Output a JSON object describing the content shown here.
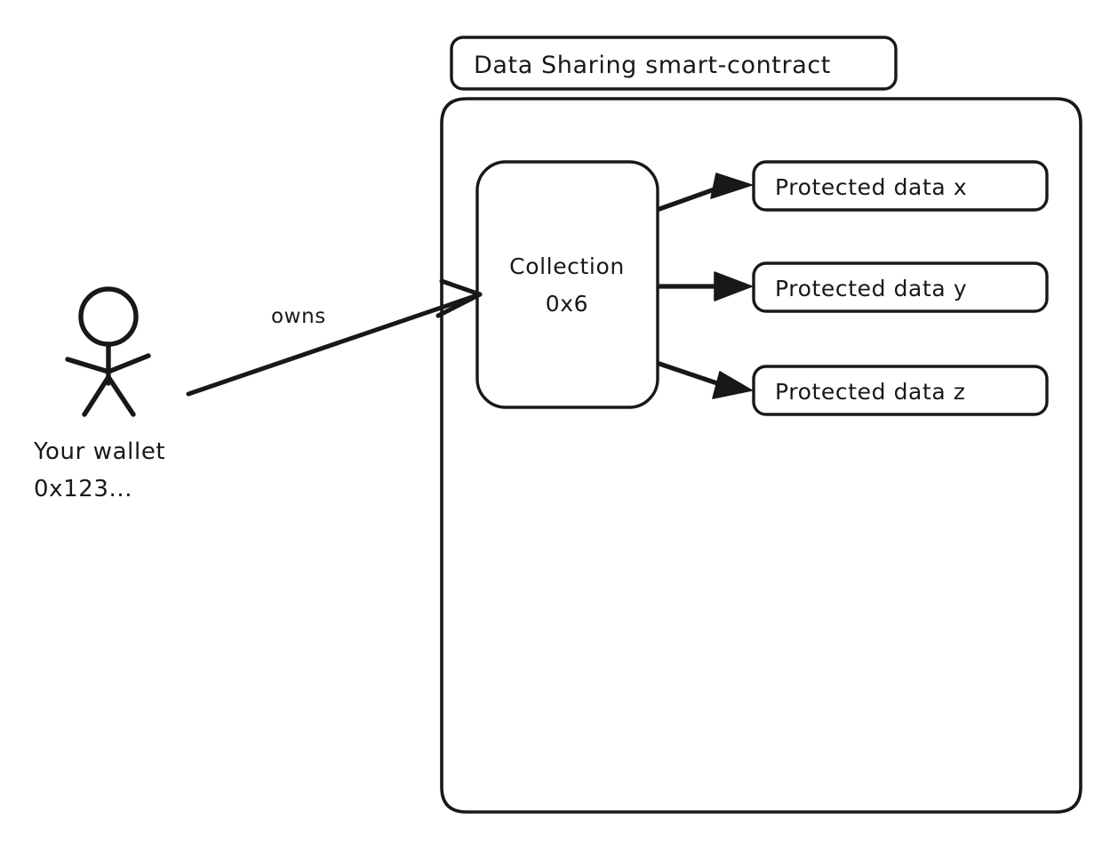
{
  "diagram": {
    "title_box": {
      "label": "Data Sharing smart-contract"
    },
    "actor": {
      "icon": "stick-figure-person-icon",
      "label_line1": "Your wallet",
      "label_line2": "0x123..."
    },
    "relationship": {
      "label": "owns",
      "from": "Your wallet 0x123...",
      "to": "Collection 0x6"
    },
    "collection_node": {
      "label_line1": "Collection",
      "label_line2": "0x6"
    },
    "protected_data": [
      {
        "label": "Protected data x"
      },
      {
        "label": "Protected data y"
      },
      {
        "label": "Protected data z"
      }
    ],
    "colors": {
      "ink": "#17181a",
      "background": "#ffffff"
    }
  }
}
